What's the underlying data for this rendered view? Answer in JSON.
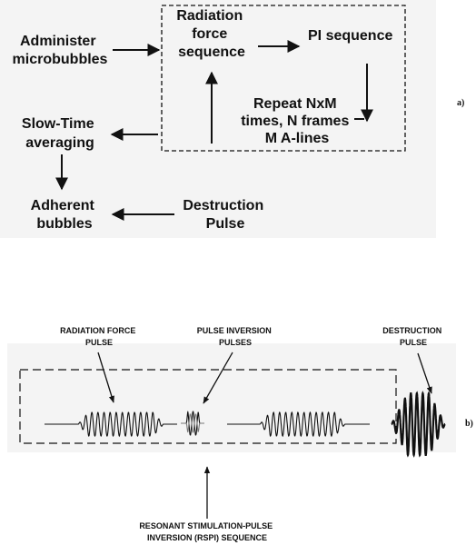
{
  "panel_a": {
    "administer": [
      "Administer",
      "microbubbles"
    ],
    "radiation_force": [
      "Radiation",
      "force",
      "sequence"
    ],
    "pi_sequence": "PI sequence",
    "repeat": [
      "Repeat NxM",
      "times, N frames",
      "M A-lines"
    ],
    "slow_time": [
      "Slow-Time",
      "averaging"
    ],
    "adherent": [
      "Adherent",
      "bubbles"
    ],
    "destruction": [
      "Destruction",
      "Pulse"
    ],
    "tag": "a)",
    "colors": {
      "panel_bg": "#f4f4f4",
      "ink": "#111111"
    }
  },
  "panel_b": {
    "radiation_force_pulse": [
      "RADIATION FORCE",
      "PULSE"
    ],
    "pulse_inversion": [
      "PULSE INVERSION",
      "PULSES"
    ],
    "destruction_pulse": [
      "DESTRUCTION",
      "PULSE"
    ],
    "rspi": [
      "RESONANT STIMULATION-PULSE",
      "INVERSION (RSPI) SEQUENCE"
    ],
    "tag": "b)",
    "colors": {
      "panel_bg": "#f4f4f4",
      "ink": "#111111"
    }
  }
}
